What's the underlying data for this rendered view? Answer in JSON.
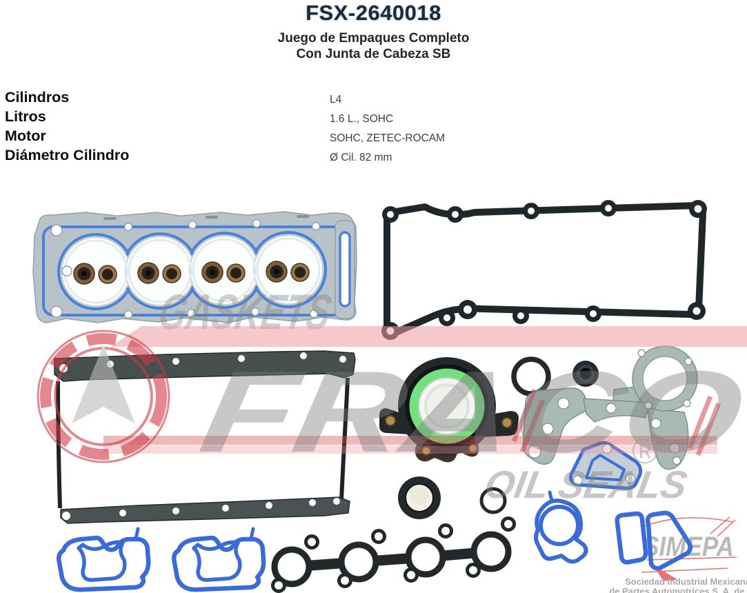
{
  "header": {
    "product_code": "FSX-2640018",
    "subtitle_line1": "Juego de Empaques Completo",
    "subtitle_line2": "Con Junta de Cabeza SB"
  },
  "specs": {
    "rows": [
      {
        "label": "Cilindros",
        "value": "L4"
      },
      {
        "label": "Litros",
        "value": "1.6 L., SOHC"
      },
      {
        "label": "Motor",
        "value": "SOHC, ZETEC-ROCAM"
      },
      {
        "label": "Diámetro Cilindro",
        "value": "Ø Cil. 82 mm"
      }
    ]
  },
  "image": {
    "parts": [
      "head-gasket",
      "valve-cover-gasket",
      "oil-pan-gasket",
      "rear-main-seal",
      "o-ring",
      "camshaft-seal",
      "front-cover-gasket",
      "thermostat-gasket",
      "auxiliary-seal",
      "small-o-ring",
      "intake-manifold-gaskets",
      "exhaust-manifold-gasket",
      "water-outlet-gasket",
      "oil-pump-gasket"
    ],
    "watermarks": {
      "gaskets_text": "GASKETS",
      "brand_text": "FRACO",
      "oil_seals_text": "OIL SEALS",
      "registered_mark": "®",
      "simepa_name": "SIMEPA",
      "simepa_line1": "Sociedad Industrial Mexicana",
      "simepa_line2": "de Partes Automotrices S. A. de C. V."
    },
    "colors": {
      "print_blue": "#4b82d8",
      "seal_green": "#74e080",
      "intake_blue": "#3b6bd6",
      "watermark_red": "#cf3a44",
      "watermark_pink": "#f0a9ad",
      "steel_gray": "#a9bab6"
    }
  }
}
